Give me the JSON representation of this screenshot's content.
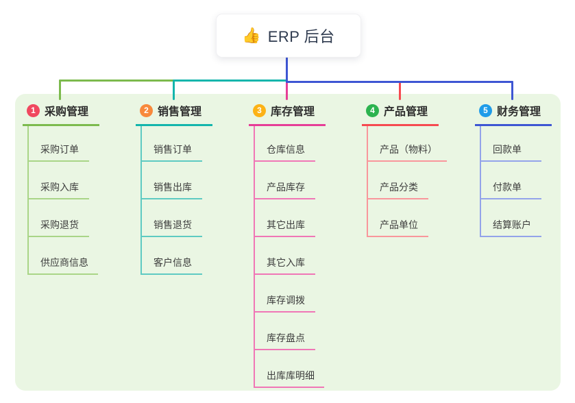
{
  "root": {
    "icon": "thumbs-up",
    "emoji": "👍",
    "title": "ERP 后台"
  },
  "colors": {
    "page_bg": "#ffffff",
    "panel_bg": "#eaf6e3",
    "root_trunk": "#3e56d3",
    "root_text": "#2e3a4e",
    "node_text": "#3d3d3d"
  },
  "branches": [
    {
      "number": "1",
      "label": "采购管理",
      "badge_color": "#f0485f",
      "line_color": "#7cba4d",
      "child_line_color": "#a9d587",
      "children": [
        "采购订单",
        "采购入库",
        "采购退货",
        "供应商信息"
      ]
    },
    {
      "number": "2",
      "label": "销售管理",
      "badge_color": "#f8893c",
      "line_color": "#13b5ac",
      "child_line_color": "#5ecac2",
      "children": [
        "销售订单",
        "销售出库",
        "销售退货",
        "客户信息"
      ]
    },
    {
      "number": "3",
      "label": "库存管理",
      "badge_color": "#fcb216",
      "line_color": "#e63e97",
      "child_line_color": "#f076b6",
      "children": [
        "仓库信息",
        "产品库存",
        "其它出库",
        "其它入库",
        "库存调拨",
        "库存盘点",
        "出库库明细"
      ]
    },
    {
      "number": "4",
      "label": "产品管理",
      "badge_color": "#2cb34f",
      "line_color": "#f64a50",
      "child_line_color": "#f9969b",
      "children": [
        "产品（物料）",
        "产品分类",
        "产品单位"
      ]
    },
    {
      "number": "5",
      "label": "财务管理",
      "badge_color": "#1f9ce9",
      "line_color": "#3e56d3",
      "child_line_color": "#93a3ea",
      "children": [
        "回款单",
        "付款单",
        "结算账户"
      ]
    }
  ]
}
